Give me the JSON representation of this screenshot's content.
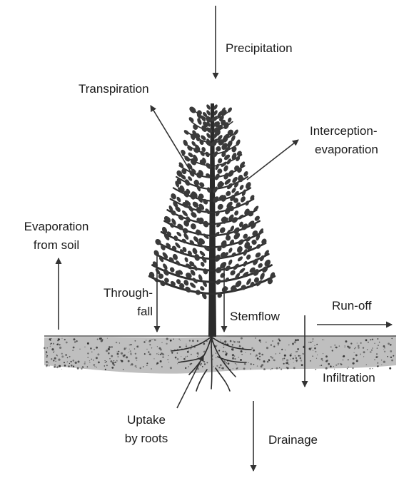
{
  "labels": {
    "precipitation": "Precipitation",
    "transpiration": "Transpiration",
    "interception_line1": "Interception-",
    "interception_line2": "evaporation",
    "evaporation_soil_line1": "Evaporation",
    "evaporation_soil_line2": "from soil",
    "throughfall_line1": "Through-",
    "throughfall_line2": "fall",
    "stemflow": "Stemflow",
    "runoff": "Run-off",
    "infiltration": "Infiltration",
    "uptake_line1": "Uptake",
    "uptake_line2": "by roots",
    "drainage": "Drainage"
  }
}
